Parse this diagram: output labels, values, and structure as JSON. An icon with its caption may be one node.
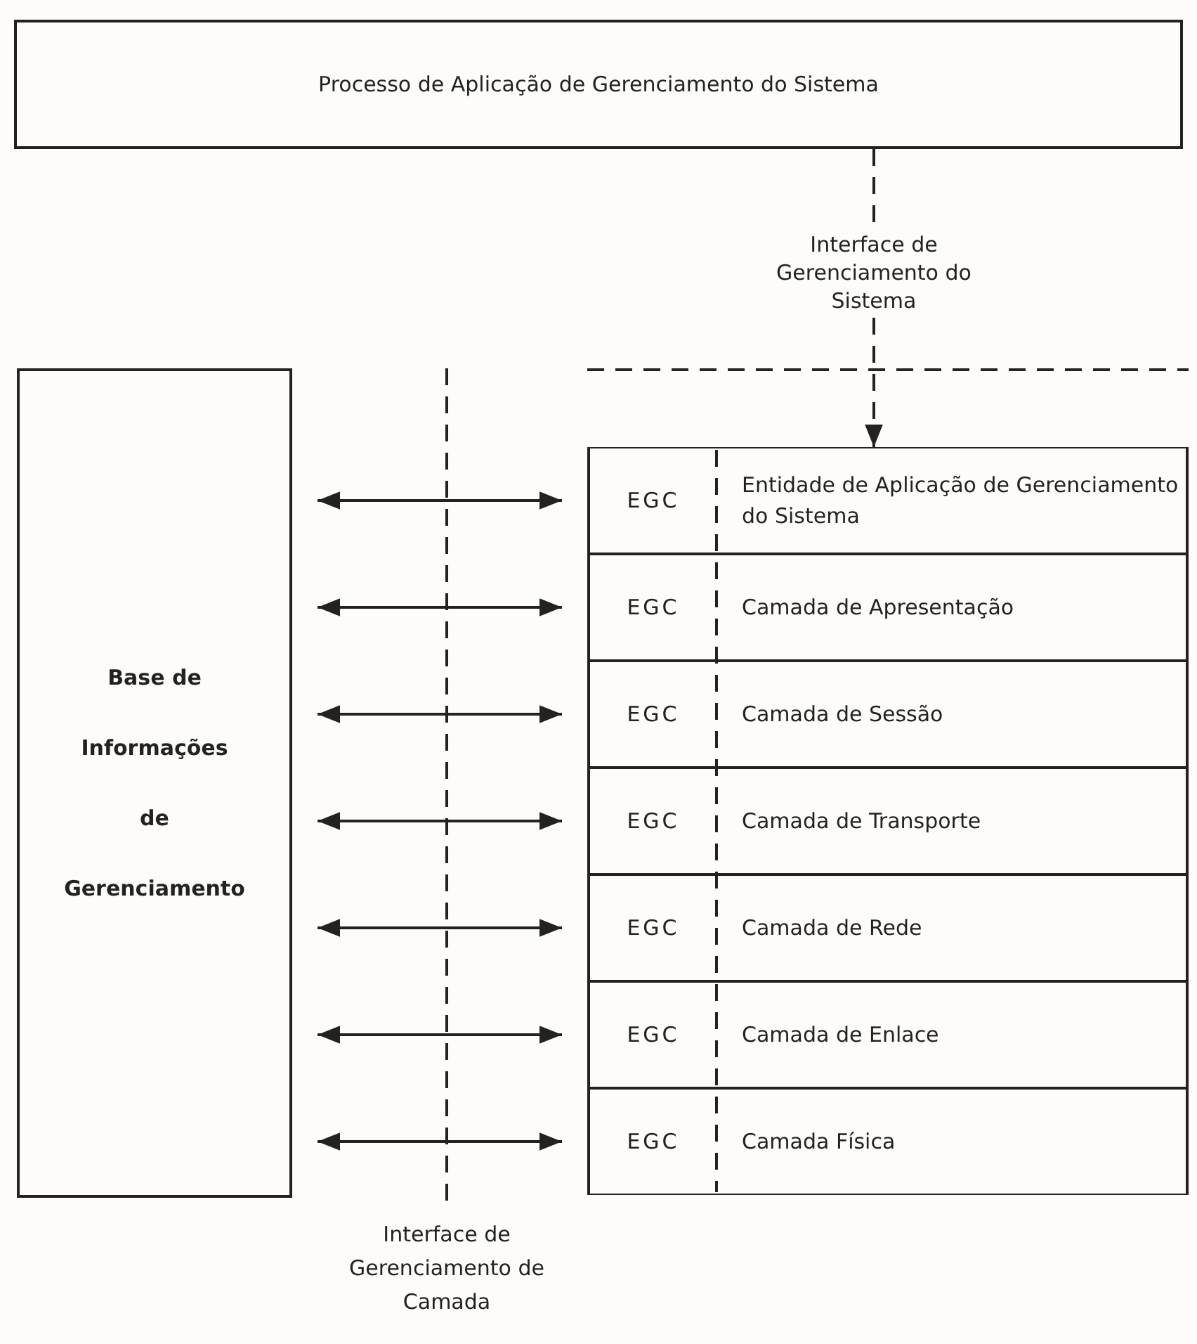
{
  "diagram": {
    "nodes": [
      {
        "text": [
          "Processo de Aplicação de Gerenciamento do Sistema"
        ]
      },
      {
        "text": [
          "Base de Informações de Gerenciamento"
        ]
      },
      {
        "text": [
          "EGC",
          "Entidade de Aplicação de Gerenciamento do Sistema"
        ]
      },
      {
        "text": [
          "EGC",
          "Camada de Apresentação"
        ]
      },
      {
        "text": [
          "EGC",
          "Camada de Sessão"
        ]
      },
      {
        "text": [
          "EGC",
          "Camada de Transporte"
        ]
      },
      {
        "text": [
          "EGC",
          "Camada de Rede"
        ]
      },
      {
        "text": [
          "EGC",
          "Camada de Enlace"
        ]
      },
      {
        "text": [
          "EGC",
          "Camada Física"
        ]
      }
    ],
    "edges": [
      {
        "from": 0,
        "to": 2,
        "arrow": "to",
        "style": "dashed",
        "label": "Interface de Gerenciamento do Sistema"
      },
      {
        "from": 1,
        "to": 2,
        "arrow": "both"
      },
      {
        "from": 1,
        "to": 3,
        "arrow": "both"
      },
      {
        "from": 1,
        "to": 4,
        "arrow": "both"
      },
      {
        "from": 1,
        "to": 5,
        "arrow": "both"
      },
      {
        "from": 1,
        "to": 6,
        "arrow": "both"
      },
      {
        "from": 1,
        "to": 7,
        "arrow": "both"
      },
      {
        "from": 1,
        "to": 8,
        "arrow": "both"
      }
    ],
    "labels": [
      "Interface de Gerenciamento de Camada"
    ]
  }
}
